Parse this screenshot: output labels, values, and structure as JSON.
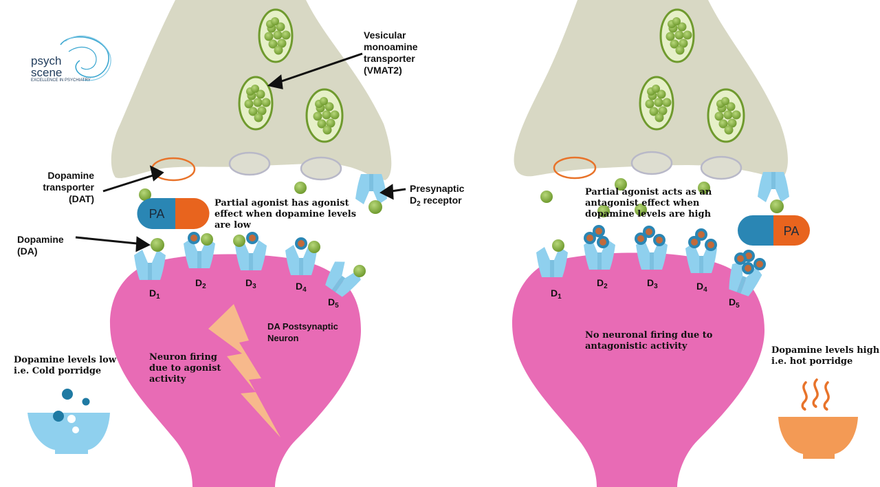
{
  "logo": {
    "line1": "psych",
    "line2": "scene",
    "tagline": "EXCELLENCE IN PSYCHIATRY"
  },
  "labels": {
    "vmat2": "Vesicular\nmonoamine\ntransporter\n(VMAT2)",
    "dat": "Dopamine\ntransporter\n(DAT)",
    "presyn_main": "Presynaptic",
    "presyn_d": "D",
    "presyn_sub": "2",
    "presyn_end": " receptor",
    "dopamine": "Dopamine\n(DA)",
    "postsynaptic": "DA Postsynaptic\nNeuron"
  },
  "left_panel": {
    "drug": "PA",
    "caption": "Partial agonist has agonist\neffect when dopamine levels\nare low",
    "firing": "Neuron firing\ndue to agonist\nactivity",
    "porridge": "Dopamine levels low\ni.e. Cold porridge"
  },
  "right_panel": {
    "drug": "PA",
    "caption": "Partial agonist acts as an\nantagonist effect when\ndopamine levels are high",
    "firing": "No neuronal firing due to\nantagonistic activity",
    "porridge": "Dopamine levels high\ni.e. hot porridge"
  },
  "receptors": {
    "letter": "D",
    "subs": [
      "1",
      "2",
      "3",
      "4",
      "5"
    ]
  },
  "colors": {
    "presynaptic": "#d8d8c4",
    "postsynaptic": "#e86bb5",
    "dopamine": "#7fa63e",
    "receptor": "#8fd0ee",
    "transporter": "#e8732a",
    "drug_blue": "#2a86b4",
    "drug_orange": "#e8641e",
    "bolt": "#f7b98c",
    "cold_bowl": "#8fd0ee",
    "hot_bowl": "#f39a55"
  }
}
